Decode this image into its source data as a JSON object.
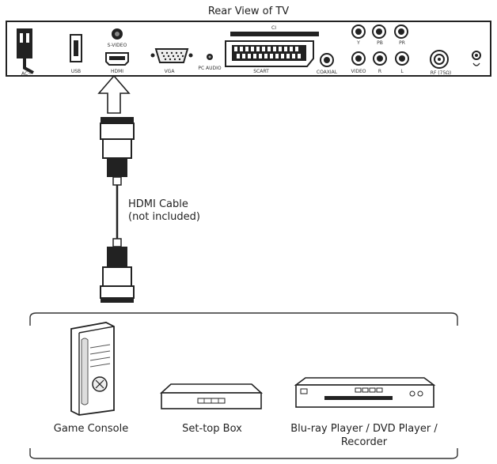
{
  "title": "Rear View of TV",
  "ports": {
    "ac": "AC~",
    "usb": "USB",
    "svideo": "S-VIDEO",
    "hdmi": "HDMI",
    "vga": "VGA",
    "pc_audio": "PC AUDIO",
    "ci": "CI",
    "scart": "SCART",
    "coaxial": "COAXIAL",
    "video": "VIDEO",
    "r": "R",
    "l": "L",
    "y": "Y",
    "pb": "PB",
    "pr": "PR",
    "rf": "RF (75Ω)"
  },
  "cable": {
    "line1": "HDMI Cable",
    "line2": "(not included)"
  },
  "devices": [
    {
      "label": "Game Console"
    },
    {
      "label": "Set-top Box"
    },
    {
      "label_line1": "Blu-ray Player / DVD Player /",
      "label_line2": "Recorder"
    }
  ]
}
